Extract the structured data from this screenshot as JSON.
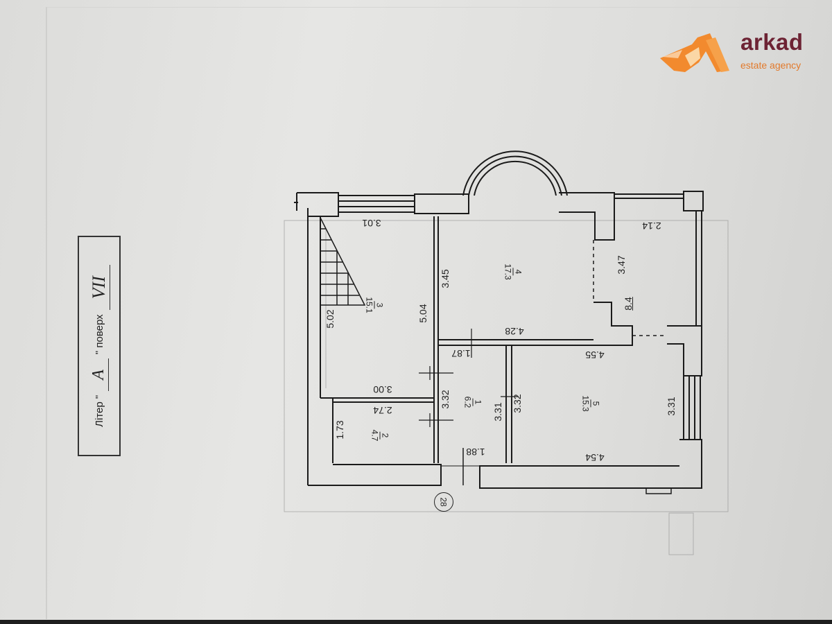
{
  "logo": {
    "name": "arkad",
    "tagline": "estate agency",
    "colors": {
      "orange": "#f28a2e",
      "maroon": "#6d2334"
    }
  },
  "title": {
    "letter_prefix": "Літер \"",
    "letter": "А",
    "floor_prefix": "\" поверх",
    "floor": "VII"
  },
  "rooms": [
    {
      "id": "room-1",
      "number": "1",
      "area": "6.2"
    },
    {
      "id": "room-2",
      "number": "2",
      "area": "4.7"
    },
    {
      "id": "room-3",
      "number": "3",
      "area": "15.1"
    },
    {
      "id": "room-4",
      "number": "4",
      "area": "17.3"
    },
    {
      "id": "room-5",
      "number": "5",
      "area": "15.3"
    }
  ],
  "dimensions": {
    "d_301": "3.01",
    "d_345": "3.45",
    "d_504": "5.04",
    "d_502": "5.02",
    "d_428": "4.28",
    "d_187": "1.87",
    "d_300": "3.00",
    "d_274": "2.74",
    "d_332a": "3.32",
    "d_331a": "3.31",
    "d_332b": "3.32",
    "d_173": "1.73",
    "d_188": "1.88",
    "d_455": "4.55",
    "d_454": "4.54",
    "d_331b": "3.31",
    "d_347": "3.47",
    "d_214": "2.14",
    "d_84": "8.4"
  },
  "marker": "28"
}
